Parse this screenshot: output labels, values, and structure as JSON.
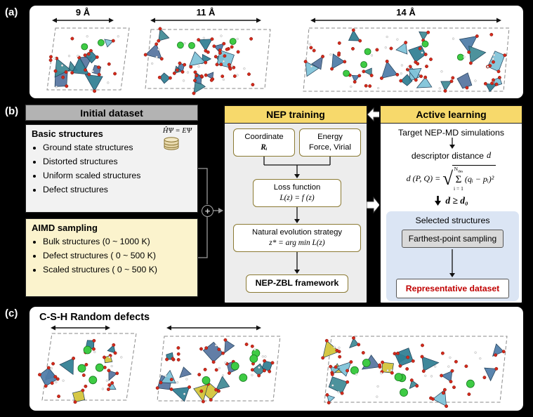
{
  "labels": {
    "a": "(a)",
    "b": "(b)",
    "c": "(c)"
  },
  "panel_a": {
    "measurements": [
      "9 Å",
      "11 Å",
      "14 Å"
    ]
  },
  "initial_dataset": {
    "title": "Initial dataset",
    "merge_symbol": "+",
    "basic": {
      "title": "Basic structures",
      "equation": "ĤΨ = EΨ",
      "items": [
        "Ground state structures",
        "Distorted structures",
        "Uniform scaled structures",
        "Defect structures"
      ]
    },
    "aimd": {
      "title": "AIMD sampling",
      "items": [
        "Bulk structures (0 ~ 1000 K)",
        "Defect structures ( 0 ~ 500 K)",
        "Scaled structures ( 0 ~ 500 K)"
      ]
    }
  },
  "nep_training": {
    "title": "NEP training",
    "coordinate_line1": "Coordinate",
    "coordinate_line2": "Rᵢ",
    "energy_line1": "Energy",
    "energy_line2": "Force, Virial",
    "loss_line1": "Loss function",
    "loss_line2": "L(z) = f (z)",
    "nes_line1": "Natural evolution strategy",
    "nes_line2": "z* = arg min L(z)",
    "framework": "NEP-ZBL framework"
  },
  "active_learning": {
    "title": "Active learning",
    "target": "Target NEP-MD simulations",
    "descriptor_label": "descriptor distance",
    "descriptor_var": "d",
    "formula": {
      "lhs": "d (P, Q) =",
      "radical": "√",
      "sum_sigma": "Σ",
      "sum_top_main": "N",
      "sum_top_sub": "des",
      "sum_bottom": "i = 1",
      "body": "(qᵢ − pᵢ)²"
    },
    "threshold": "d ≥ d₀",
    "selected": "Selected structures",
    "fps": "Farthest-point sampling",
    "representative": "Representative dataset"
  },
  "panel_c": {
    "title": "C-S-H Random defects"
  }
}
